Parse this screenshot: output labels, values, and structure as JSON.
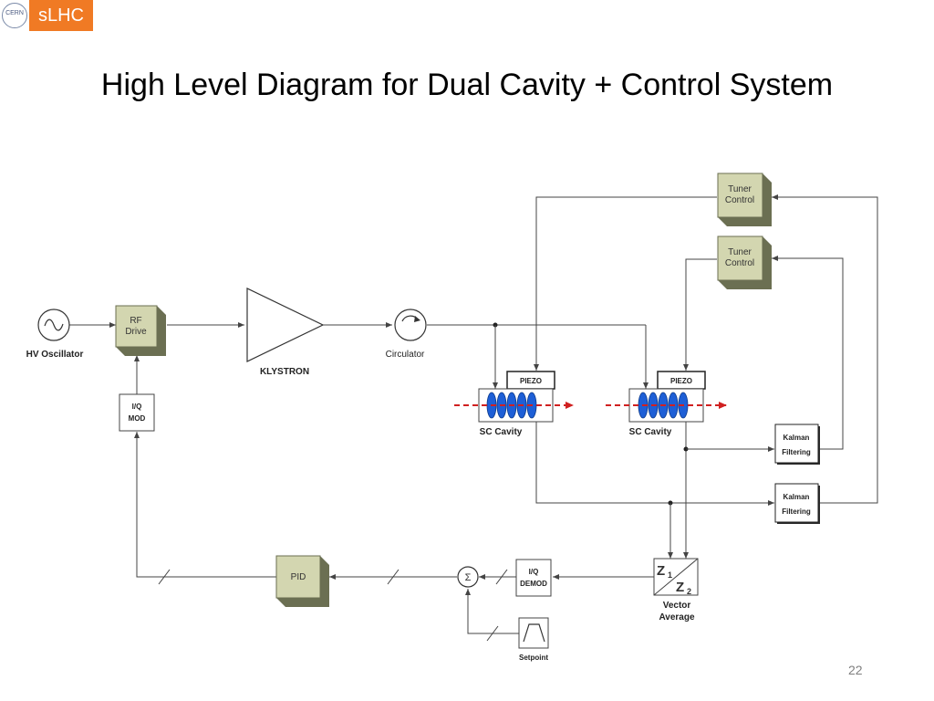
{
  "logo": {
    "org": "CERN",
    "label": "sLHC"
  },
  "title": "High Level Diagram for Dual Cavity + Control System",
  "page_number": "22",
  "colors": {
    "logo_orange": "#f07a24",
    "block_fill": "#d3d6b0",
    "block_side": "#6b6f52",
    "cavity_blue": "#1e5fd6",
    "beam_red": "#d02020"
  },
  "diagram": {
    "hv_oscillator": "HV Oscillator",
    "rf_drive": [
      "RF",
      "Drive"
    ],
    "klystron": "KLYSTRON",
    "circulator": "Circulator",
    "iq_mod": [
      "I/Q",
      "MOD"
    ],
    "piezo_1": "PIEZO",
    "piezo_2": "PIEZO",
    "sc_cavity_1": "SC Cavity",
    "sc_cavity_2": "SC Cavity",
    "tuner_control_1": [
      "Tuner",
      "Control"
    ],
    "tuner_control_2": [
      "Tuner",
      "Control"
    ],
    "kalman_1": [
      "Kalman",
      "Filtering"
    ],
    "kalman_2": [
      "Kalman",
      "Filtering"
    ],
    "vector_average": [
      "Vector",
      "Average"
    ],
    "z1": "Z",
    "z1_sub": "1",
    "z2": "Z",
    "z2_sub": "2",
    "iq_demod": [
      "I/Q",
      "DEMOD"
    ],
    "sum_symbol": "Σ",
    "setpoint": "Setpoint",
    "pid": "PID"
  }
}
